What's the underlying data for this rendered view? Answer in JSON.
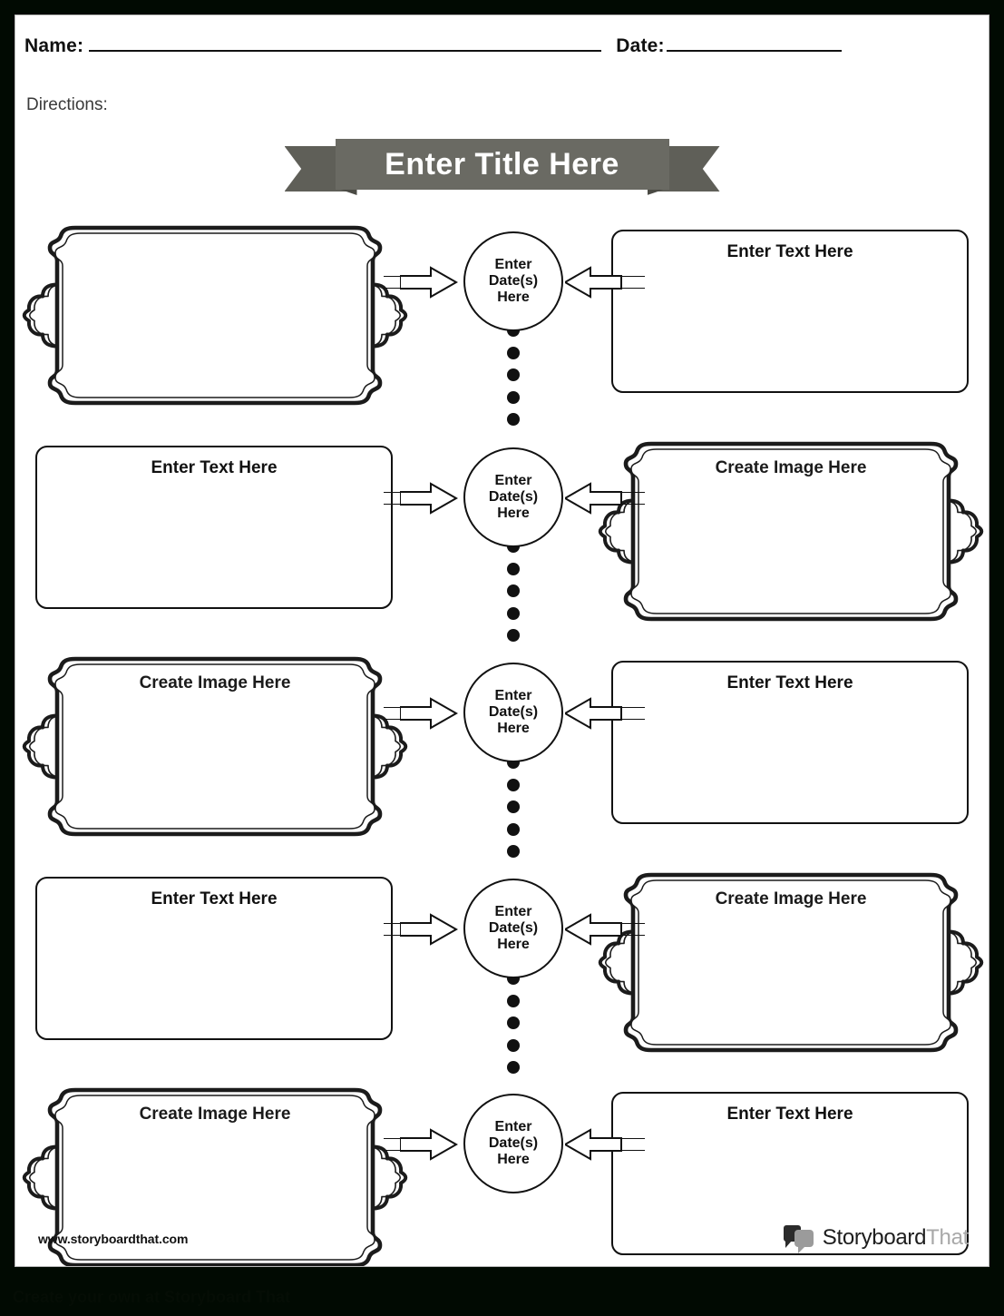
{
  "header": {
    "name_label": "Name:",
    "date_label": "Date:",
    "directions_label": "Directions:"
  },
  "title_banner": {
    "text": "Enter Title Here",
    "band_color": "#6a6a63",
    "tail_color": "#5f5f58",
    "fold_color": "#4a4a44",
    "text_color": "#ffffff"
  },
  "timeline": {
    "node_label_lines": [
      "Enter",
      "Date(s)",
      "Here"
    ],
    "connector_dot_count": 5,
    "rows": [
      {
        "left": {
          "style": "ornate",
          "caption": ""
        },
        "right": {
          "style": "plain",
          "caption": "Enter Text Here"
        }
      },
      {
        "left": {
          "style": "plain",
          "caption": "Enter Text Here"
        },
        "right": {
          "style": "ornate",
          "caption": "Create Image Here"
        }
      },
      {
        "left": {
          "style": "ornate",
          "caption": "Create Image Here"
        },
        "right": {
          "style": "plain",
          "caption": "Enter Text Here"
        }
      },
      {
        "left": {
          "style": "plain",
          "caption": "Enter Text Here"
        },
        "right": {
          "style": "ornate",
          "caption": "Create Image Here"
        }
      },
      {
        "left": {
          "style": "ornate",
          "caption": "Create Image Here"
        },
        "right": {
          "style": "plain",
          "caption": "Enter Text Here"
        }
      }
    ]
  },
  "footer": {
    "site_url": "www.storyboardthat.com",
    "brand_primary": "Storyboard",
    "brand_secondary": "That",
    "cta": "Create your own at Storyboard That"
  }
}
